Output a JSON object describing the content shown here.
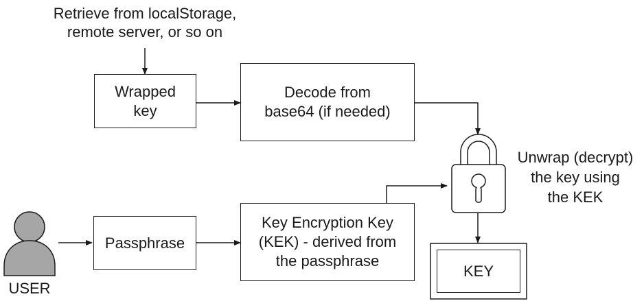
{
  "source_note": {
    "line1": "Retrieve from localStorage,",
    "line2": "remote server, or so on"
  },
  "wrapped_key": {
    "line1": "Wrapped",
    "line2": "key"
  },
  "decode": {
    "line1": "Decode from",
    "line2": "base64 (if needed)"
  },
  "unwrap_note": {
    "line1": "Unwrap (decrypt)",
    "line2": "the key using",
    "line3": "the KEK"
  },
  "user": {
    "label": "USER"
  },
  "passphrase": {
    "label": "Passphrase"
  },
  "kek": {
    "line1": "Key Encryption Key",
    "line2": "(KEK) - derived from",
    "line3": "the passphrase"
  },
  "key_output": {
    "label": "KEY"
  },
  "icons": {
    "user": "user-silhouette-icon",
    "lock": "padlock-icon"
  },
  "colors": {
    "stroke": "#1a1a1a",
    "user_fill": "#a6a6a6",
    "background": "#ffffff"
  }
}
